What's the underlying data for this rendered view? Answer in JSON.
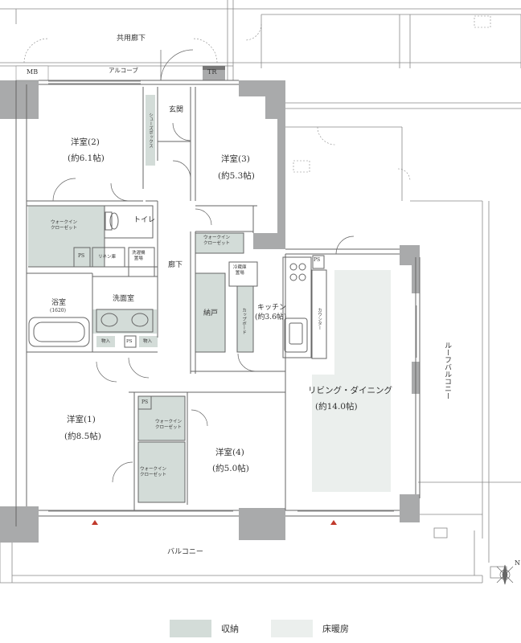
{
  "labels": {
    "common_corridor": "共用廊下",
    "alcove": "アルコーブ",
    "mb": "MB",
    "tr": "TR",
    "entrance": "玄関",
    "shoe_box": "シューズボックス",
    "room2_name": "洋室(2)",
    "room2_size": "(約6.1帖)",
    "room3_name": "洋室(3)",
    "room3_size": "(約5.3帖)",
    "walkin_closet": "ウォークイン\nクローゼット",
    "toilet": "トイレ",
    "ps": "PS",
    "linen": "リネン庫",
    "washer": "洗濯機\n置場",
    "fridge": "冷蔵庫\n置場",
    "bath_name": "浴室",
    "bath_size": "(1620)",
    "washroom": "洗面室",
    "corridor": "廊下",
    "storage_closet": "納戸",
    "cupboard": "カップボード",
    "kitchen_name": "キッチン",
    "kitchen_size": "(約3.6帖)",
    "counter": "カウンター",
    "storage_item": "物入",
    "roof_balcony": "ルーフバルコニー",
    "living_name": "リビング・ダイニング",
    "living_size": "(約14.0帖)",
    "room1_name": "洋室(1)",
    "room1_size": "(約8.5帖)",
    "room4_name": "洋室(4)",
    "room4_size": "(約5.0帖)",
    "balcony": "バルコニー",
    "north": "N"
  },
  "legend": [
    {
      "label": "収納",
      "color": "#d3dcd8"
    },
    {
      "label": "床暖房",
      "color": "#ebefed"
    }
  ],
  "colors": {
    "storage_fill": "#d3dcd8",
    "floor_heating_fill": "#ebefed",
    "wall_fill": "#a9aaab",
    "line": "#666666",
    "marker": "#c0392b"
  }
}
